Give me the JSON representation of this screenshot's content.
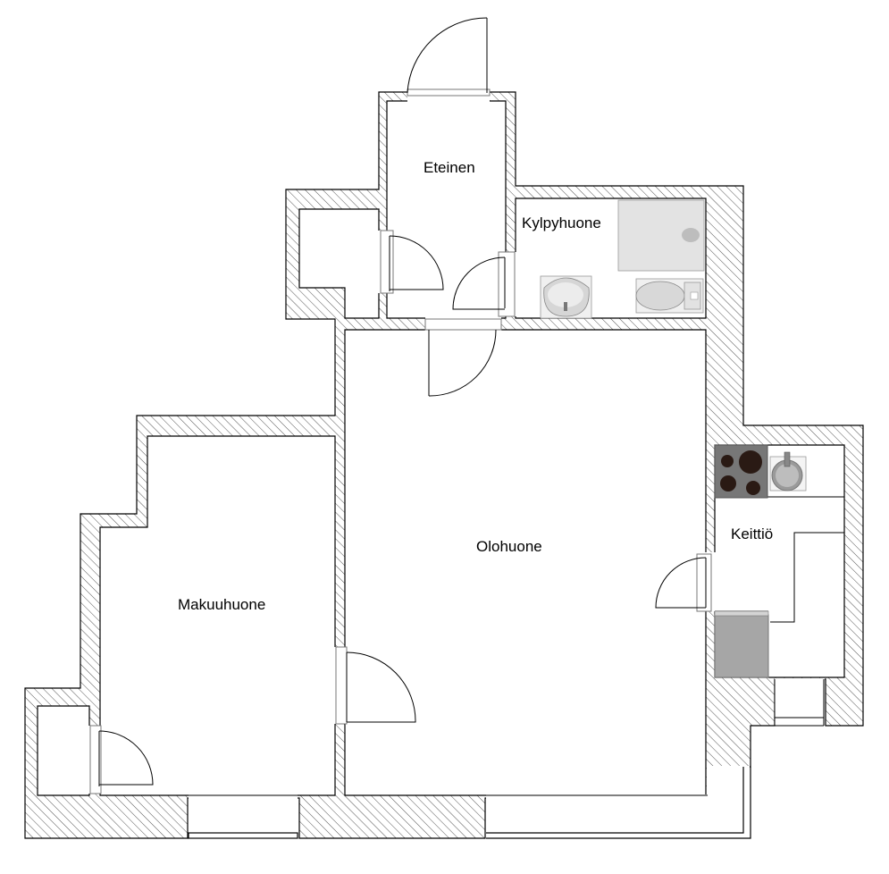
{
  "rooms": {
    "eteinen": "Eteinen",
    "kylpyhuone": "Kylpyhuone",
    "olohuone": "Olohuone",
    "makuuhuone": "Makuuhuone",
    "keittio": "Keittiö"
  },
  "colors": {
    "wall_stroke": "#000000",
    "hatch": "#555555",
    "fixture_fill": "#e0e0e0",
    "fixture_dark": "#aaaaaa",
    "stove": "#777777",
    "burner": "#2a1a14",
    "appliance": "#a6a6a6"
  },
  "icons": {
    "bathtub": "bathtub-icon",
    "washbasin": "washbasin-icon",
    "toilet": "toilet-icon",
    "stove": "stove-icon",
    "kitchen_sink": "kitchen-sink-icon",
    "fridge": "fridge-icon"
  }
}
